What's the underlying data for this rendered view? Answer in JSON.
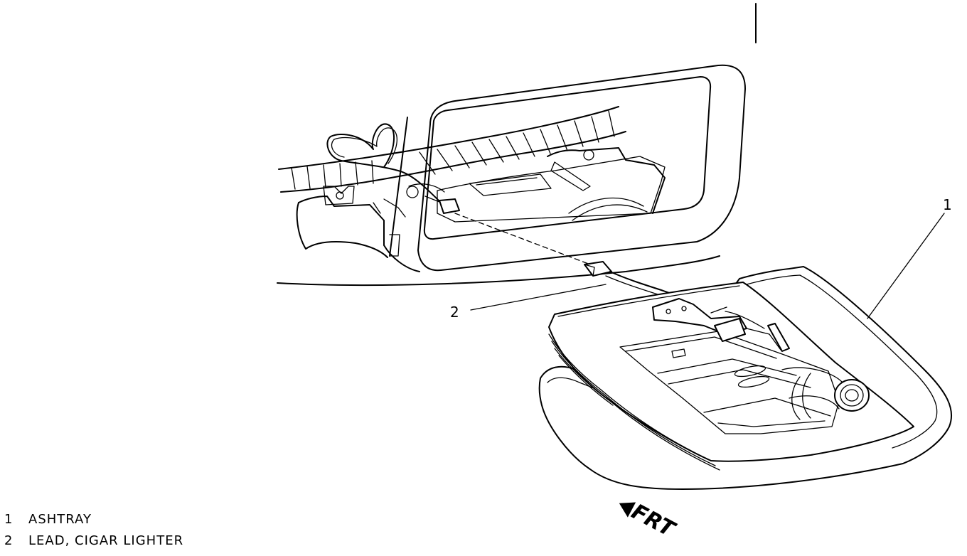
{
  "figure": {
    "callouts": [
      {
        "number": "1"
      },
      {
        "number": "2"
      }
    ],
    "direction_label": "FRT",
    "legend": [
      {
        "number": "1",
        "text": "ASHTRAY"
      },
      {
        "number": "2",
        "text": "LEAD, CIGAR LIGHTER"
      }
    ]
  }
}
